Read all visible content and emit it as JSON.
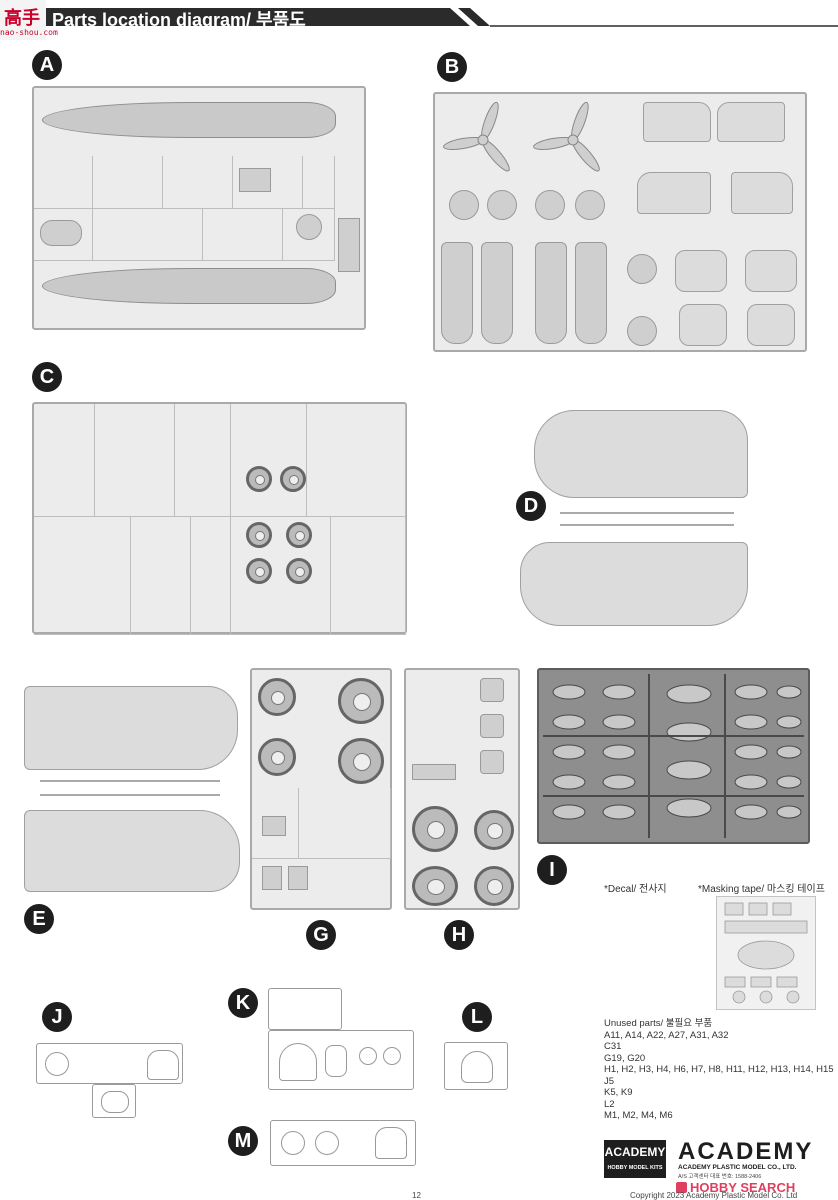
{
  "header": {
    "title": "Parts location diagram/ 부품도",
    "watermark_cn": "高手",
    "watermark_url": "nao-shou.com"
  },
  "sprues": {
    "A": "A",
    "B": "B",
    "C": "C",
    "D": "D",
    "E": "E",
    "F_letter": "",
    "G": "G",
    "H": "H",
    "I": "I",
    "J": "J",
    "K": "K",
    "L": "L",
    "M": "M"
  },
  "notes": {
    "decal": "*Decal/ 전사지",
    "masking": "*Masking tape/ 마스킹 테이프"
  },
  "unused": {
    "title": "Unused parts/ 불필요 부품",
    "lines": [
      "A11, A14, A22, A27, A31, A32",
      "C31",
      "G19, G20",
      "H1, H2, H3, H4, H6, H7, H8, H11, H12, H13, H14, H15",
      "J5",
      "K5, K9",
      "L2",
      "M1, M2, M4, M6"
    ]
  },
  "brand": {
    "badge_top": "ACADEMY",
    "badge_bottom": "HOBBY MODEL KITS",
    "wordmark": "ACADEMY",
    "company": "ACADEMY PLASTIC MODEL CO., LTD.",
    "service": "A/S 고객센터 대표 번호: 1588-2406",
    "hobbysearch": "HOBBY SEARCH"
  },
  "footer": {
    "page": "12",
    "copyright": "Copyright 2023 Academy Plastic Model Co. Ltd"
  },
  "colors": {
    "header_band": "#2b2b2b",
    "sprue_light": "#ececec",
    "sprue_dark": "#8e8e8e",
    "watermark": "#c8002a"
  }
}
